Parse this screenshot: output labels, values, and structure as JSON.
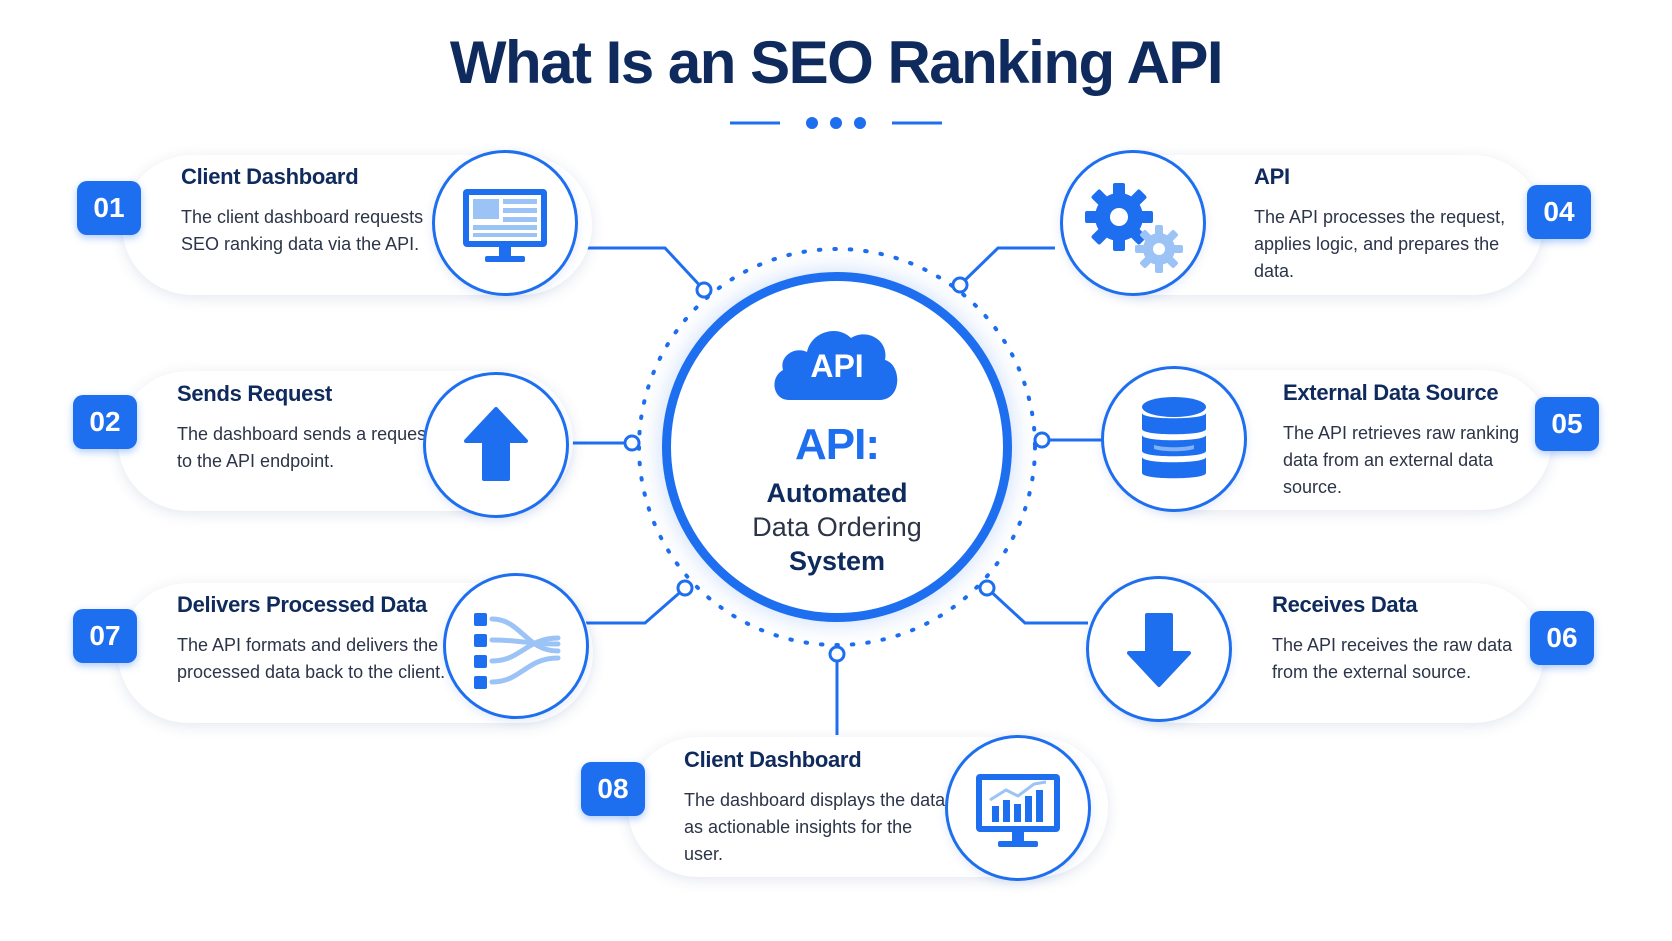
{
  "title": "What Is an SEO Ranking API",
  "center": {
    "cloud_label": "API",
    "big_label": "API:",
    "line1": "Automated",
    "line2": "Data Ordering",
    "line3": "System"
  },
  "steps": [
    {
      "number": "01",
      "title": "Client Dashboard",
      "description": "The client dashboard requests SEO ranking data via the API.",
      "icon": "monitor-icon"
    },
    {
      "number": "02",
      "title": "Sends Request",
      "description": "The dashboard sends a request to the API endpoint.",
      "icon": "arrow-up-icon"
    },
    {
      "number": "07",
      "title": "Delivers Processed Data",
      "description": "The API formats and delivers the processed data back to the client.",
      "icon": "data-flow-icon"
    },
    {
      "number": "04",
      "title": "API",
      "description": "The API processes the request, applies logic, and prepares the data.",
      "icon": "gears-icon"
    },
    {
      "number": "05",
      "title": "External Data Source",
      "description": "The API retrieves raw ranking data from an external data source.",
      "icon": "database-icon"
    },
    {
      "number": "06",
      "title": "Receives Data",
      "description": "The API receives the raw data from the external source.",
      "icon": "arrow-down-icon"
    },
    {
      "number": "08",
      "title": "Client Dashboard",
      "description": "The dashboard displays the data as actionable insights for the user.",
      "icon": "monitor-chart-icon"
    }
  ],
  "colors": {
    "accent": "#1e6ef0",
    "navy": "#0f2a5c",
    "light_blue": "#9cc3f5"
  }
}
